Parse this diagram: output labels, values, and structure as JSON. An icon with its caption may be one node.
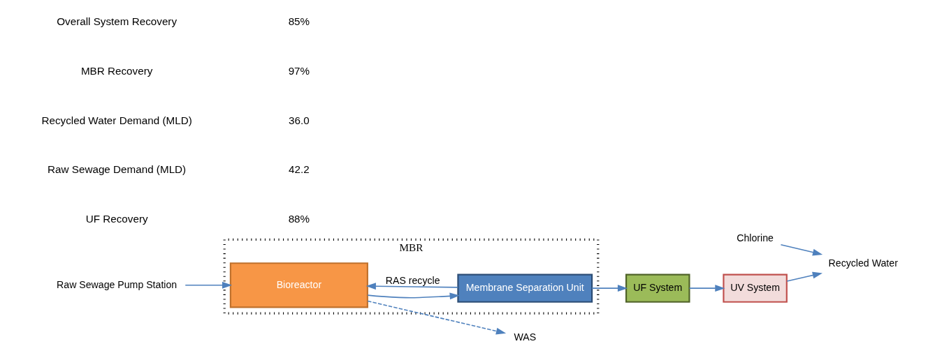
{
  "diagram": {
    "nodes": [
      {
        "text": [
          "MBR"
        ]
      },
      {
        "text": [
          "Bioreactor"
        ],
        "in": 0
      },
      {
        "text": [
          "Membrane Separation Unit"
        ],
        "in": 0
      },
      {
        "text": [
          "Raw Sewage Pump Station"
        ]
      },
      {
        "text": [
          "WAS"
        ]
      },
      {
        "text": [
          "UF System"
        ]
      },
      {
        "text": [
          "UV System"
        ]
      },
      {
        "text": [
          "Chlorine"
        ]
      },
      {
        "text": [
          "Recycled Water"
        ]
      }
    ],
    "edges": [
      {
        "from": 3,
        "to": 1,
        "arrow": "to"
      },
      {
        "from": 1,
        "to": 2,
        "arrow": "to"
      },
      {
        "from": 2,
        "to": 1,
        "arrow": "to",
        "label": "RAS recycle"
      },
      {
        "from": 1,
        "to": 4,
        "arrow": "to",
        "style": "dashed"
      },
      {
        "from": 2,
        "to": 5,
        "arrow": "to"
      },
      {
        "from": 5,
        "to": 6,
        "arrow": "to"
      },
      {
        "from": 6,
        "to": 8,
        "arrow": "to"
      },
      {
        "from": 7,
        "to": 8,
        "arrow": "to"
      }
    ],
    "labels": [
      "UF Recovery",
      "88%",
      "Raw Sewage Demand (MLD)",
      "42.2",
      "Recycled Water Demand (MLD)",
      "36.0",
      "MBR Recovery",
      "97%",
      "Overall System Recovery",
      "85%"
    ]
  }
}
